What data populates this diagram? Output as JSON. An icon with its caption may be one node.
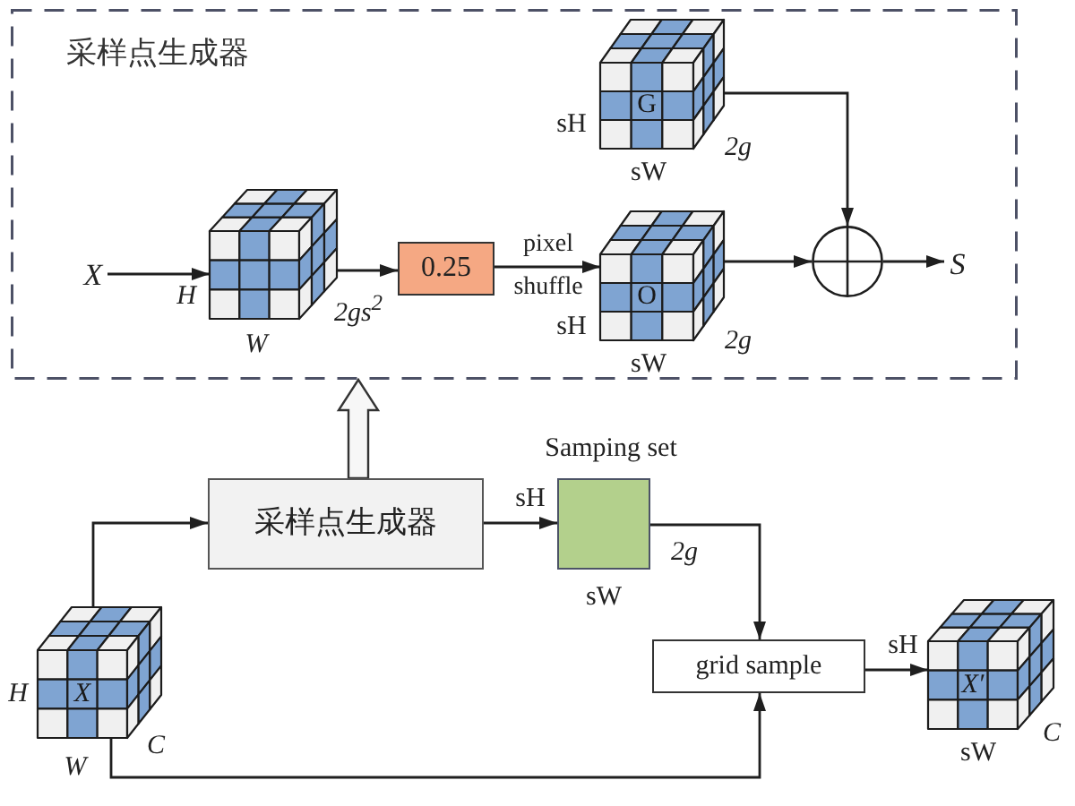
{
  "diagram": {
    "nodes": [
      {
        "text": [
          "采样点生成器"
        ]
      },
      {
        "text": [
          "X"
        ],
        "in": 0
      },
      {
        "text": [],
        "shape": "cube",
        "in": 0,
        "beside": [
          "H",
          "W",
          "2gs$^{2}$"
        ]
      },
      {
        "text": [
          "0.25"
        ],
        "in": 0
      },
      {
        "text": [
          "G"
        ],
        "in": 0,
        "beside": [
          "sH",
          "sW",
          "2g"
        ]
      },
      {
        "text": [
          "O"
        ],
        "in": 0,
        "beside": [
          "sH",
          "sW",
          "2g"
        ]
      },
      {
        "text": [],
        "shape": "circle",
        "in": 0
      },
      {
        "text": [
          "S"
        ],
        "in": 0
      },
      {
        "text": [
          "采样点生成器"
        ]
      },
      {
        "text": [
          "X"
        ],
        "beside": [
          "H",
          "W",
          "C"
        ]
      },
      {
        "text": [],
        "shape": "box",
        "beside": [
          "Samping set",
          "sH",
          "sW",
          "2g"
        ]
      },
      {
        "text": [
          "grid sample"
        ]
      },
      {
        "text": [
          "X′"
        ],
        "beside": [
          "sH",
          "sW",
          "C"
        ]
      }
    ],
    "edges": [
      {
        "from": 1,
        "to": 2,
        "arrow": "to"
      },
      {
        "from": 2,
        "to": 3,
        "arrow": "to"
      },
      {
        "from": 3,
        "to": 5,
        "arrow": "to",
        "label": "pixel shuffle"
      },
      {
        "from": 4,
        "to": 6,
        "arrow": "to"
      },
      {
        "from": 5,
        "to": 6,
        "arrow": "to"
      },
      {
        "from": 6,
        "to": 7,
        "arrow": "to"
      },
      {
        "from": 8,
        "to": 0,
        "arrow": "to",
        "style": "thick"
      },
      {
        "from": 9,
        "to": 8,
        "arrow": "to"
      },
      {
        "from": 8,
        "to": 10,
        "arrow": "to"
      },
      {
        "from": 10,
        "to": 11,
        "arrow": "to"
      },
      {
        "from": 9,
        "to": 11,
        "arrow": "to"
      },
      {
        "from": 11,
        "to": 12,
        "arrow": "to"
      }
    ]
  }
}
